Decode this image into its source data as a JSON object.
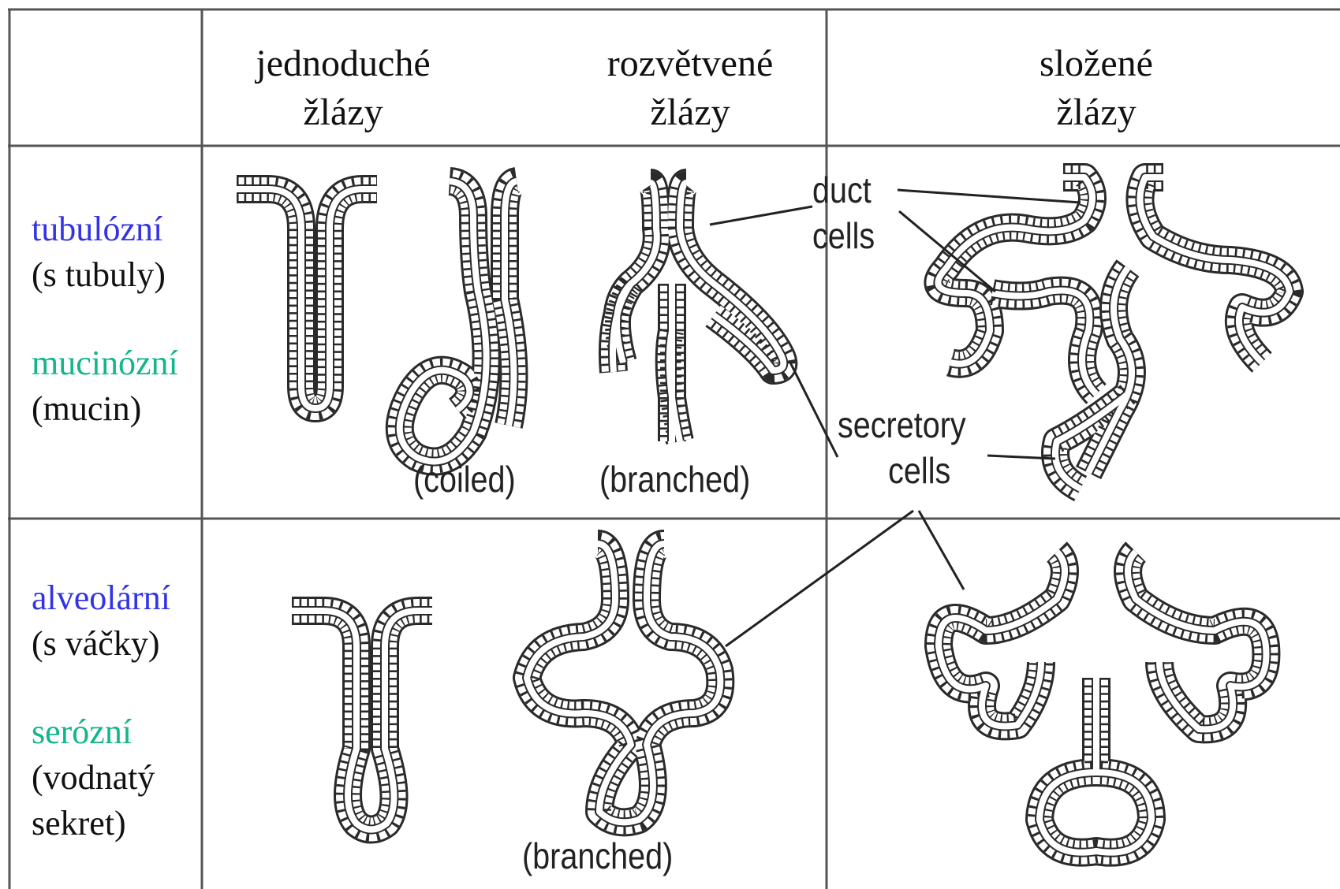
{
  "columns": [
    {
      "line1": "jednoduché",
      "line2": "žlázy"
    },
    {
      "line1": "rozvětvené",
      "line2": "žlázy"
    },
    {
      "line1": "složené",
      "line2": "žlázy"
    }
  ],
  "rows": [
    {
      "type": "tubulózní",
      "type_note": "(s tubuly)",
      "secretion": "mucinózní",
      "secretion_note": "(mucin)"
    },
    {
      "type": "alveolární",
      "type_note": "(s váčky)",
      "secretion": "serózní",
      "secretion_note_1": "(vodnatý",
      "secretion_note_2": "sekret)"
    }
  ],
  "diagram_labels": {
    "coiled": "(coiled)",
    "branched_top": "(branched)",
    "branched_bottom": "(branched)",
    "duct_1": "duct",
    "duct_2": "cells",
    "secretory_1": "secretory",
    "secretory_2": "cells"
  },
  "colors": {
    "type_label": "#3333e6",
    "secretion_label": "#12b58c",
    "text": "#111111",
    "gland_stroke": "#2a2a2a",
    "grid": "#555555"
  }
}
